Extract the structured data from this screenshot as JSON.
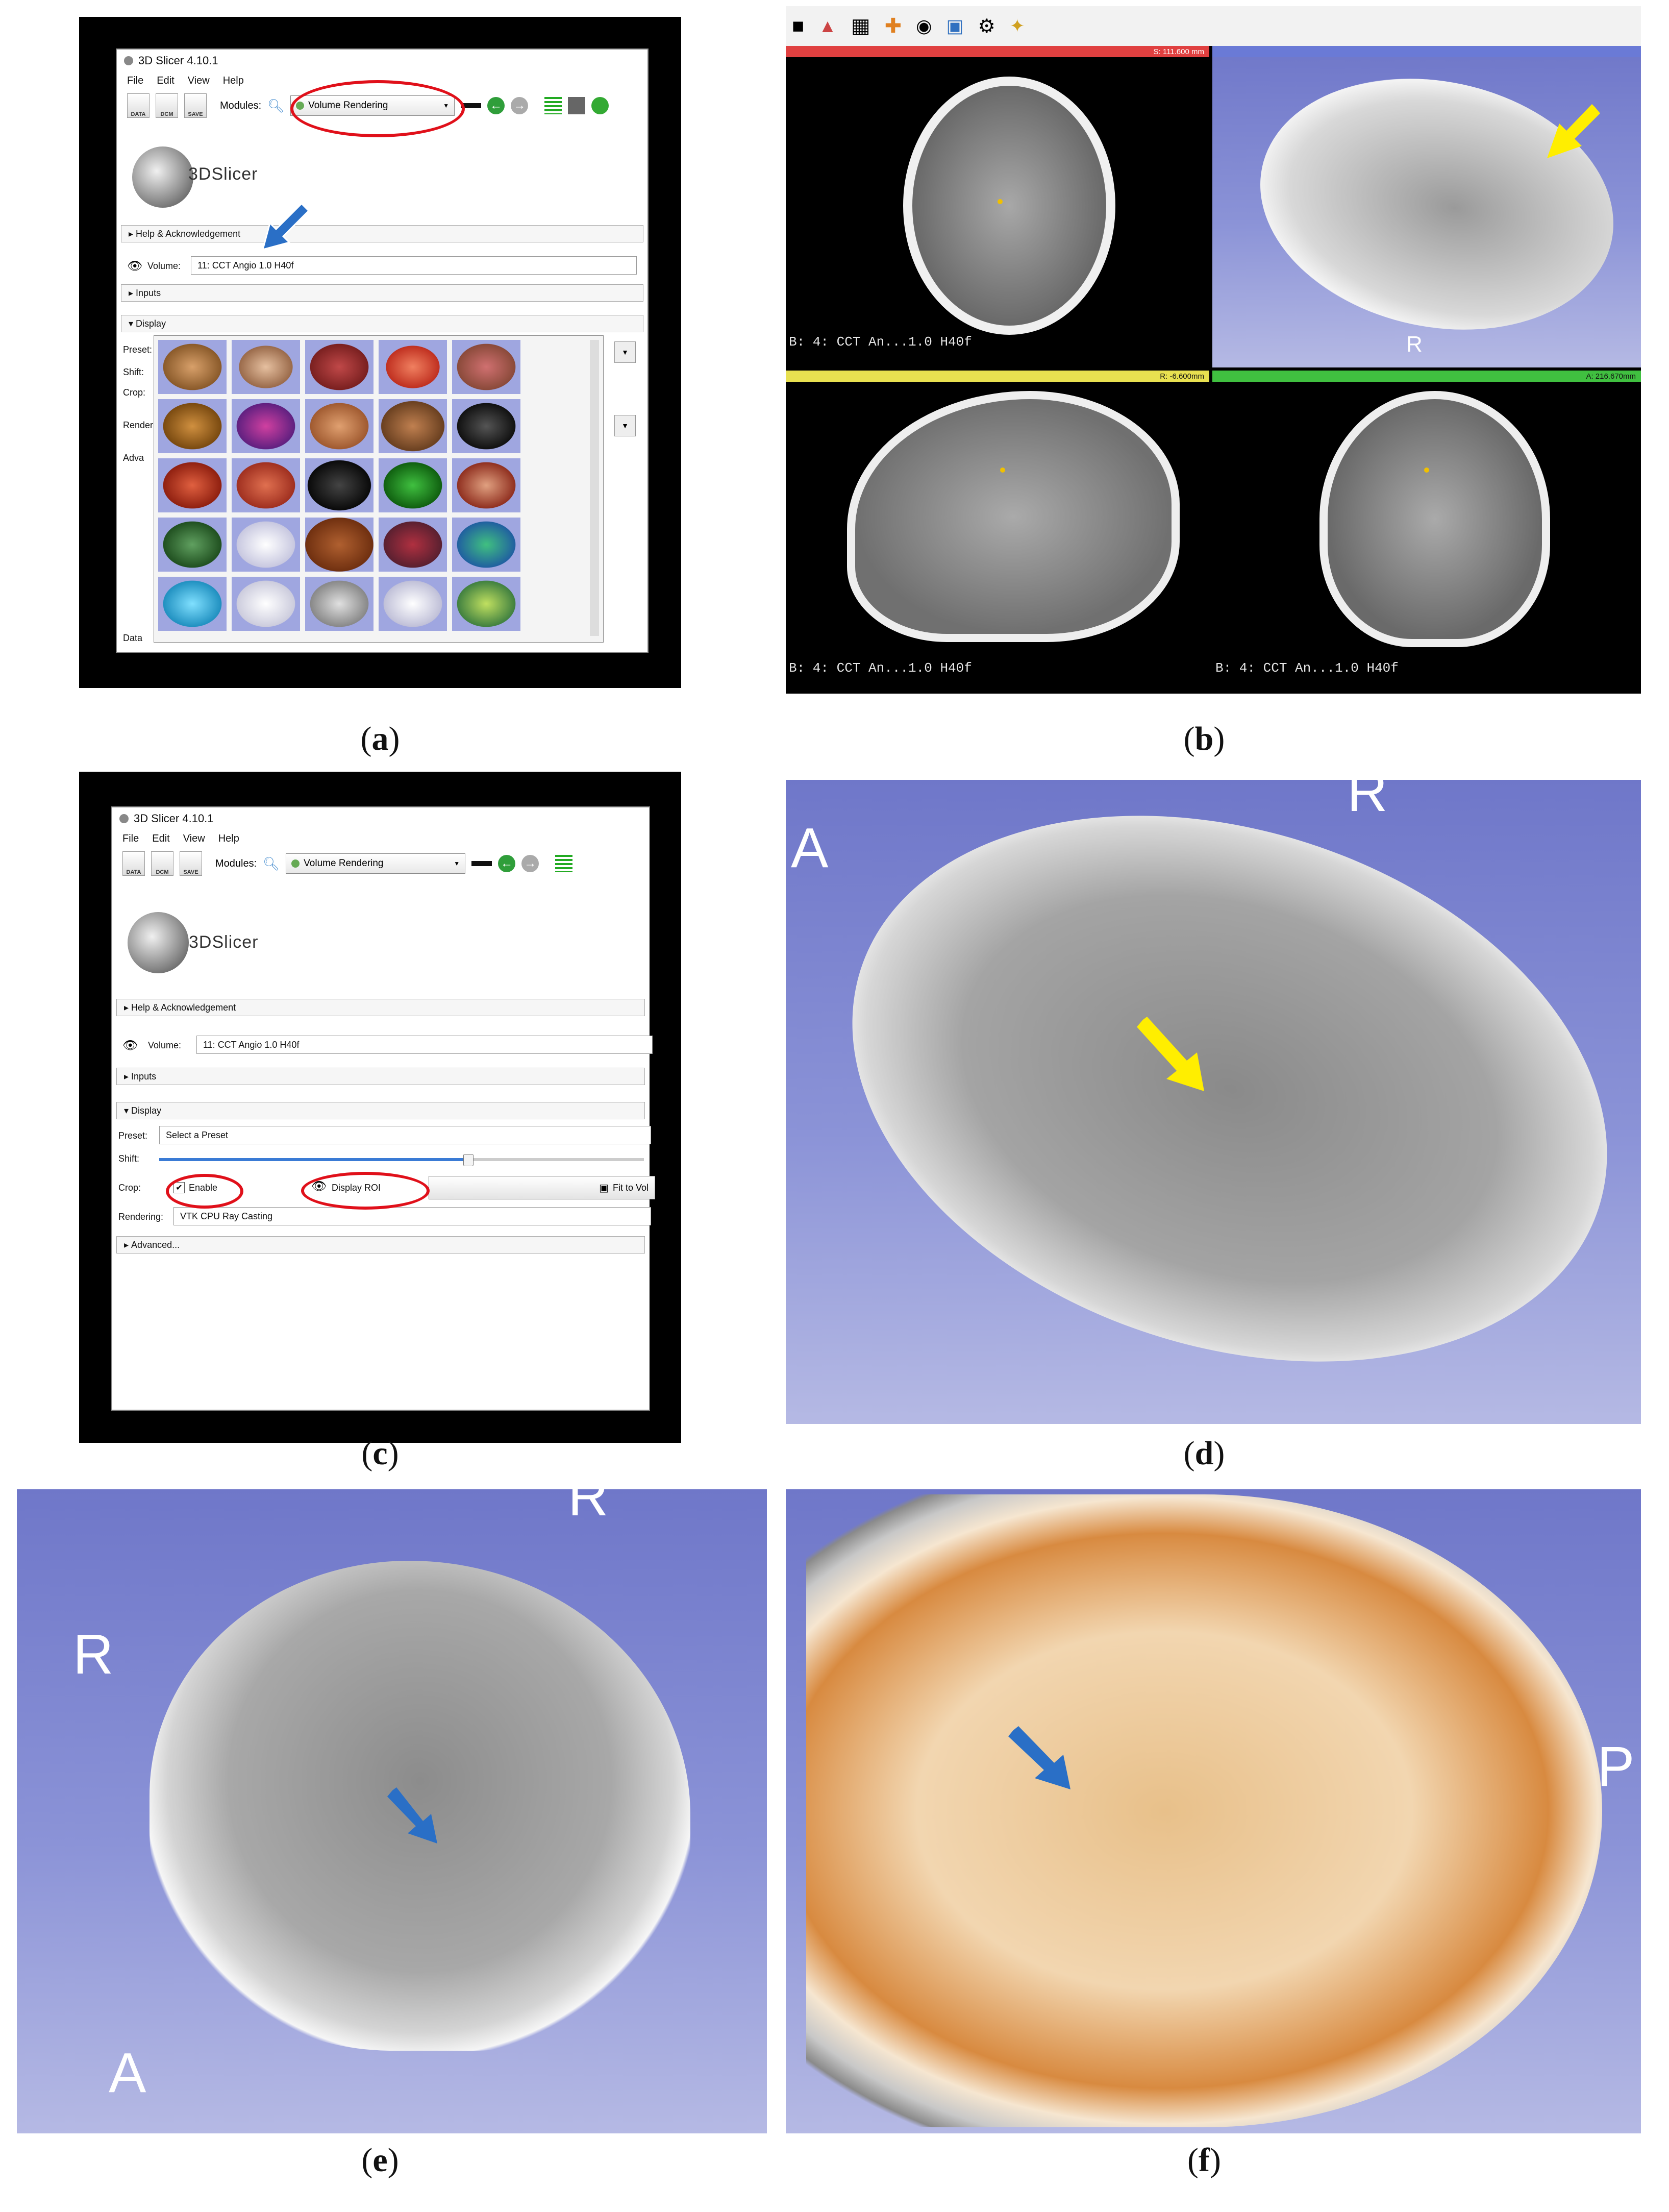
{
  "captions": {
    "a": "a",
    "b": "b",
    "c": "c",
    "d": "d",
    "e": "e",
    "f": "f"
  },
  "slicer_a": {
    "title": "3D Slicer 4.10.1",
    "menu": [
      "File",
      "Edit",
      "View",
      "Help"
    ],
    "toolbar_buttons": [
      "DATA",
      "DCM",
      "SAVE"
    ],
    "modules_label": "Modules:",
    "module_value": "Volume Rendering",
    "logo_text": "3DSlicer",
    "help_section": "Help & Acknowledgement",
    "volume_label": "Volume:",
    "volume_value": "11: CCT Angio  1.0  H40f",
    "inputs_section": "Inputs",
    "display_section": "Display",
    "preset_label": "Preset:",
    "shift_label": "Shift:",
    "crop_label": "Crop:",
    "rendering_label": "Renderi",
    "advanced_label": "Adva",
    "data_label": "Data"
  },
  "slicer_c": {
    "title": "3D Slicer 4.10.1",
    "menu": [
      "File",
      "Edit",
      "View",
      "Help"
    ],
    "toolbar_buttons": [
      "DATA",
      "DCM",
      "SAVE"
    ],
    "modules_label": "Modules:",
    "module_value": "Volume Rendering",
    "logo_text": "3DSlicer",
    "help_section": "Help & Acknowledgement",
    "volume_label": "Volume:",
    "volume_value": "11: CCT Angio  1.0  H40f",
    "inputs_section": "Inputs",
    "display_section": "Display",
    "preset_label": "Preset:",
    "preset_value": "Select a Preset",
    "shift_label": "Shift:",
    "crop_label": "Crop:",
    "enable_label": "Enable",
    "display_roi_label": "Display ROI",
    "fit_label": "Fit to Vol",
    "rendering_label": "Rendering:",
    "rendering_value": "VTK CPU Ray Casting",
    "advanced_label": "Advanced..."
  },
  "slicer_b": {
    "red_offset": "S: 111.600 mm",
    "yellow_offset": "R: -6.600mm",
    "green_offset": "A: 216.670mm",
    "red_label": "B: 4: CCT An...1.0  H40f",
    "yellow_label": "B: 4: CCT An...1.0  H40f",
    "green_label": "B: 4: CCT An...1.0  H40f",
    "view3d_axis": "R"
  },
  "view_d": {
    "axis_left": "A",
    "axis_top": "R"
  },
  "view_e": {
    "axis_r": "R",
    "axis_a": "A",
    "axis_top": "R"
  },
  "view_f": {
    "axis_p": "P"
  },
  "colors": {
    "red_annotation": "#e0101a",
    "yellow_arrow": "#ffee00",
    "blue_arrow": "#2a6fc6",
    "bg_3d": "#7f87d0"
  }
}
